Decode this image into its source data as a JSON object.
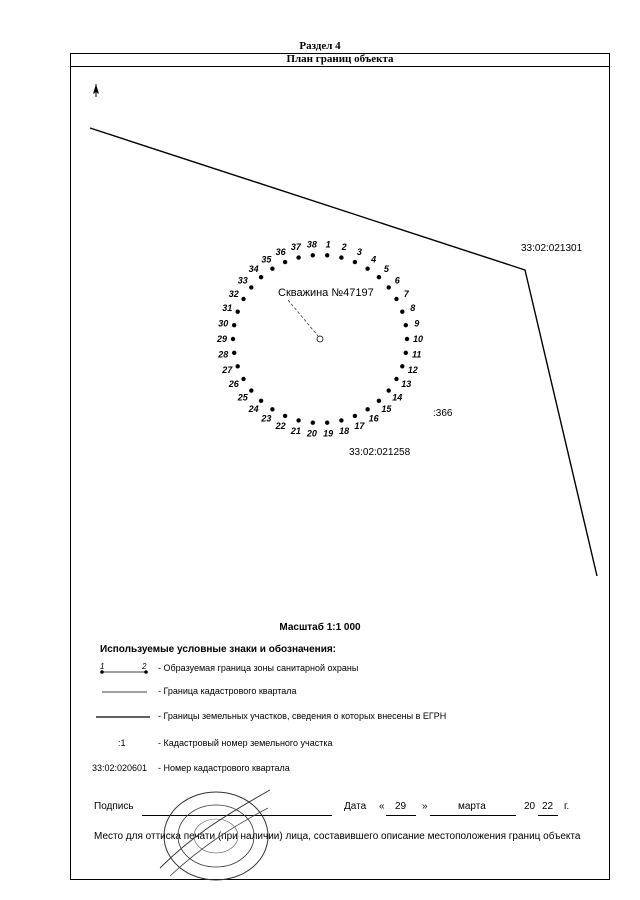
{
  "section": {
    "title": "Раздел 4"
  },
  "plan": {
    "title": "План границ объекта"
  },
  "map": {
    "quarter_label_top": "33:02:021301",
    "quarter_label_bottom": "33:02:021258",
    "parcel_label": ":366",
    "well_label": "Скважина №47197",
    "points": [
      "1",
      "2",
      "3",
      "4",
      "5",
      "6",
      "7",
      "8",
      "9",
      "10",
      "11",
      "12",
      "13",
      "14",
      "15",
      "16",
      "17",
      "18",
      "19",
      "20",
      "21",
      "22",
      "23",
      "24",
      "25",
      "26",
      "27",
      "28",
      "29",
      "30",
      "31",
      "32",
      "33",
      "34",
      "35",
      "36",
      "37",
      "38"
    ]
  },
  "scale": {
    "text": "Масштаб 1:1 000"
  },
  "legend": {
    "title": "Используемые условные знаки и обозначения:",
    "items": [
      {
        "symbol": "boundary-points",
        "p1": "1",
        "p2": "2",
        "text": "- Образуемая граница зоны санитарной охраны"
      },
      {
        "symbol": "thin-line",
        "text": "- Граница кадастрового квартала"
      },
      {
        "symbol": "thick-line",
        "text": "- Границы земельных участков, сведения о которых внесены в ЕГРН"
      },
      {
        "symbol": "parcel-number",
        "sample": ":1",
        "text": "- Кадастровый номер земельного участка"
      },
      {
        "symbol": "quarter-number",
        "sample": "33:02:020601",
        "text": "- Номер кадастрового квартала"
      }
    ]
  },
  "signature": {
    "label": "Подпись",
    "date_label": "Дата",
    "open_quote": "«",
    "day": "29",
    "close_quote": "»",
    "month": "марта",
    "year_prefix": "20",
    "year_suffix": "22",
    "year_unit": "г."
  },
  "stamp_place": {
    "text": "Место для оттиска печати (при наличии) лица, составившего описание местоположения границ объекта"
  }
}
